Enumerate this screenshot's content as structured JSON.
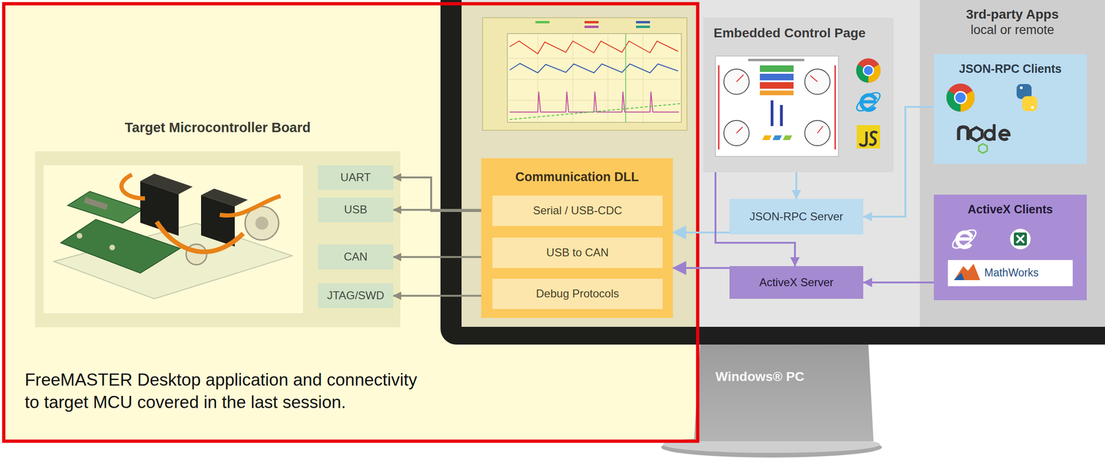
{
  "diagram": {
    "caption": "FreeMASTER Desktop application and connectivity to target MCU covered in the last session.",
    "nodes": [
      {
        "text": [
          "Target Microcontroller Board"
        ]
      },
      {
        "text": [
          "UART"
        ],
        "in": 0
      },
      {
        "text": [
          "USB"
        ],
        "in": 0
      },
      {
        "text": [
          "CAN"
        ],
        "in": 0
      },
      {
        "text": [
          "JTAG/SWD"
        ],
        "in": 0
      },
      {
        "text": [
          "Communication DLL"
        ]
      },
      {
        "text": [
          "Serial / USB-CDC"
        ],
        "in": 5
      },
      {
        "text": [
          "USB to CAN"
        ],
        "in": 5
      },
      {
        "text": [
          "Debug Protocols"
        ],
        "in": 5
      },
      {
        "text": [
          "Embedded Control Page"
        ]
      },
      {
        "text": [
          "JSON-RPC Server"
        ]
      },
      {
        "text": [
          "ActiveX Server"
        ]
      },
      {
        "text": [
          "3rd-party Apps",
          "local or remote"
        ]
      },
      {
        "text": [
          "JSON-RPC Clients"
        ],
        "in": 12
      },
      {
        "text": [
          "ActiveX Clients"
        ],
        "in": 12
      },
      {
        "text": [
          "MathWorks"
        ],
        "in": 14
      }
    ],
    "edges": [
      {
        "from": 6,
        "to": 1,
        "arrow": "to"
      },
      {
        "from": 6,
        "to": 2,
        "arrow": "to"
      },
      {
        "from": 7,
        "to": 3,
        "arrow": "to"
      },
      {
        "from": 8,
        "to": 4,
        "arrow": "to"
      },
      {
        "from": 10,
        "to": 5,
        "arrow": "to"
      },
      {
        "from": 11,
        "to": 5,
        "arrow": "to"
      },
      {
        "from": 9,
        "to": 10,
        "arrow": "to"
      },
      {
        "from": 9,
        "to": 11,
        "arrow": "to"
      },
      {
        "from": 13,
        "to": 10,
        "arrow": "to"
      },
      {
        "from": 14,
        "to": 11,
        "arrow": "to"
      }
    ],
    "labels": [
      "Windows® PC"
    ]
  }
}
